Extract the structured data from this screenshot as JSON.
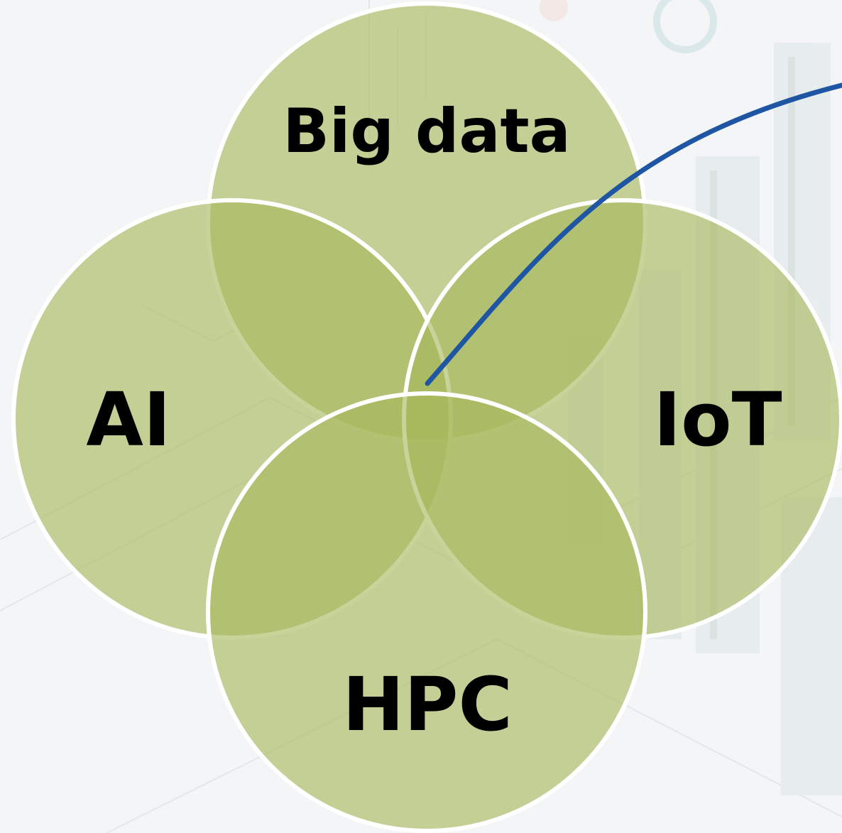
{
  "diagram": {
    "circles": [
      {
        "id": "big-data",
        "label": "Big data"
      },
      {
        "id": "ai",
        "label": "AI"
      },
      {
        "id": "iot",
        "label": "IoT"
      },
      {
        "id": "hpc",
        "label": "HPC"
      }
    ],
    "colors": {
      "circle_fill": "#a6b85a",
      "circle_stroke": "#ffffff",
      "pointer_line": "#1f56a3",
      "background": "#f3f5f6"
    }
  }
}
